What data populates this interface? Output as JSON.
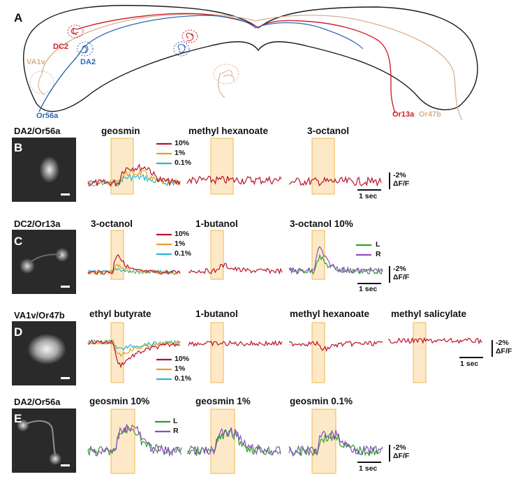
{
  "panel_a": {
    "letter": "A",
    "labels": {
      "dc2": "DC2",
      "da2": "DA2",
      "va1v": "VA1v",
      "or56a": "Or56a",
      "or13a": "Or13a",
      "or47b": "Or47b"
    }
  },
  "colors": {
    "conc_10": "#b8122a",
    "conc_1": "#e0a21e",
    "conc_01": "#27b7cf",
    "left": "#2e9e2e",
    "right": "#8a4fc2",
    "da2_blue": "#2f68b3",
    "dc2_red": "#d0202b",
    "va1v_tan": "#d7b08e",
    "stim_fill": "#fde9c8",
    "stim_edge": "#f0b84a"
  },
  "rows": [
    {
      "letter": "B",
      "label": "DA2/Or56a",
      "traces": [
        {
          "title": "geosmin",
          "kind": "conc3",
          "amp": 1.0
        },
        {
          "title": "methyl hexanoate",
          "kind": "flat"
        },
        {
          "title": "3-octanol",
          "kind": "flat"
        }
      ],
      "legend": [
        "10%",
        "1%",
        "0.1%"
      ],
      "scale": {
        "amp": "-2%",
        "unit": "ΔF/F",
        "time": "1 sec"
      }
    },
    {
      "letter": "C",
      "label": "DC2/Or13a",
      "traces": [
        {
          "title": "3-octanol",
          "kind": "conc3",
          "amp": 1.0
        },
        {
          "title": "1-butanol",
          "kind": "small"
        },
        {
          "title": "3-octanol 10%",
          "kind": "lr"
        }
      ],
      "legend": [
        "10%",
        "1%",
        "0.1%"
      ],
      "legend_lr": [
        "L",
        "R"
      ],
      "scale": {
        "amp": "-2%",
        "unit": "ΔF/F",
        "time": "1 sec"
      }
    },
    {
      "letter": "D",
      "label": "VA1v/Or47b",
      "traces": [
        {
          "title": "ethyl butyrate",
          "kind": "conc3",
          "amp": -1.0
        },
        {
          "title": "1-butanol",
          "kind": "flat"
        },
        {
          "title": "methyl hexanoate",
          "kind": "flat"
        },
        {
          "title": "methyl salicylate",
          "kind": "flat"
        }
      ],
      "legend": [
        "10%",
        "1%",
        "0.1%"
      ],
      "scale": {
        "amp": "-2%",
        "unit": "ΔF/F",
        "time": "1 sec"
      }
    },
    {
      "letter": "E",
      "label": "DA2/Or56a",
      "traces": [
        {
          "title": "geosmin 10%",
          "kind": "lr"
        },
        {
          "title": "geosmin 1%",
          "kind": "lr"
        },
        {
          "title": "geosmin 0.1%",
          "kind": "lr"
        }
      ],
      "legend_lr": [
        "L",
        "R"
      ],
      "scale": {
        "amp": "-2%",
        "unit": "ΔF/F",
        "time": "1 sec"
      }
    }
  ]
}
